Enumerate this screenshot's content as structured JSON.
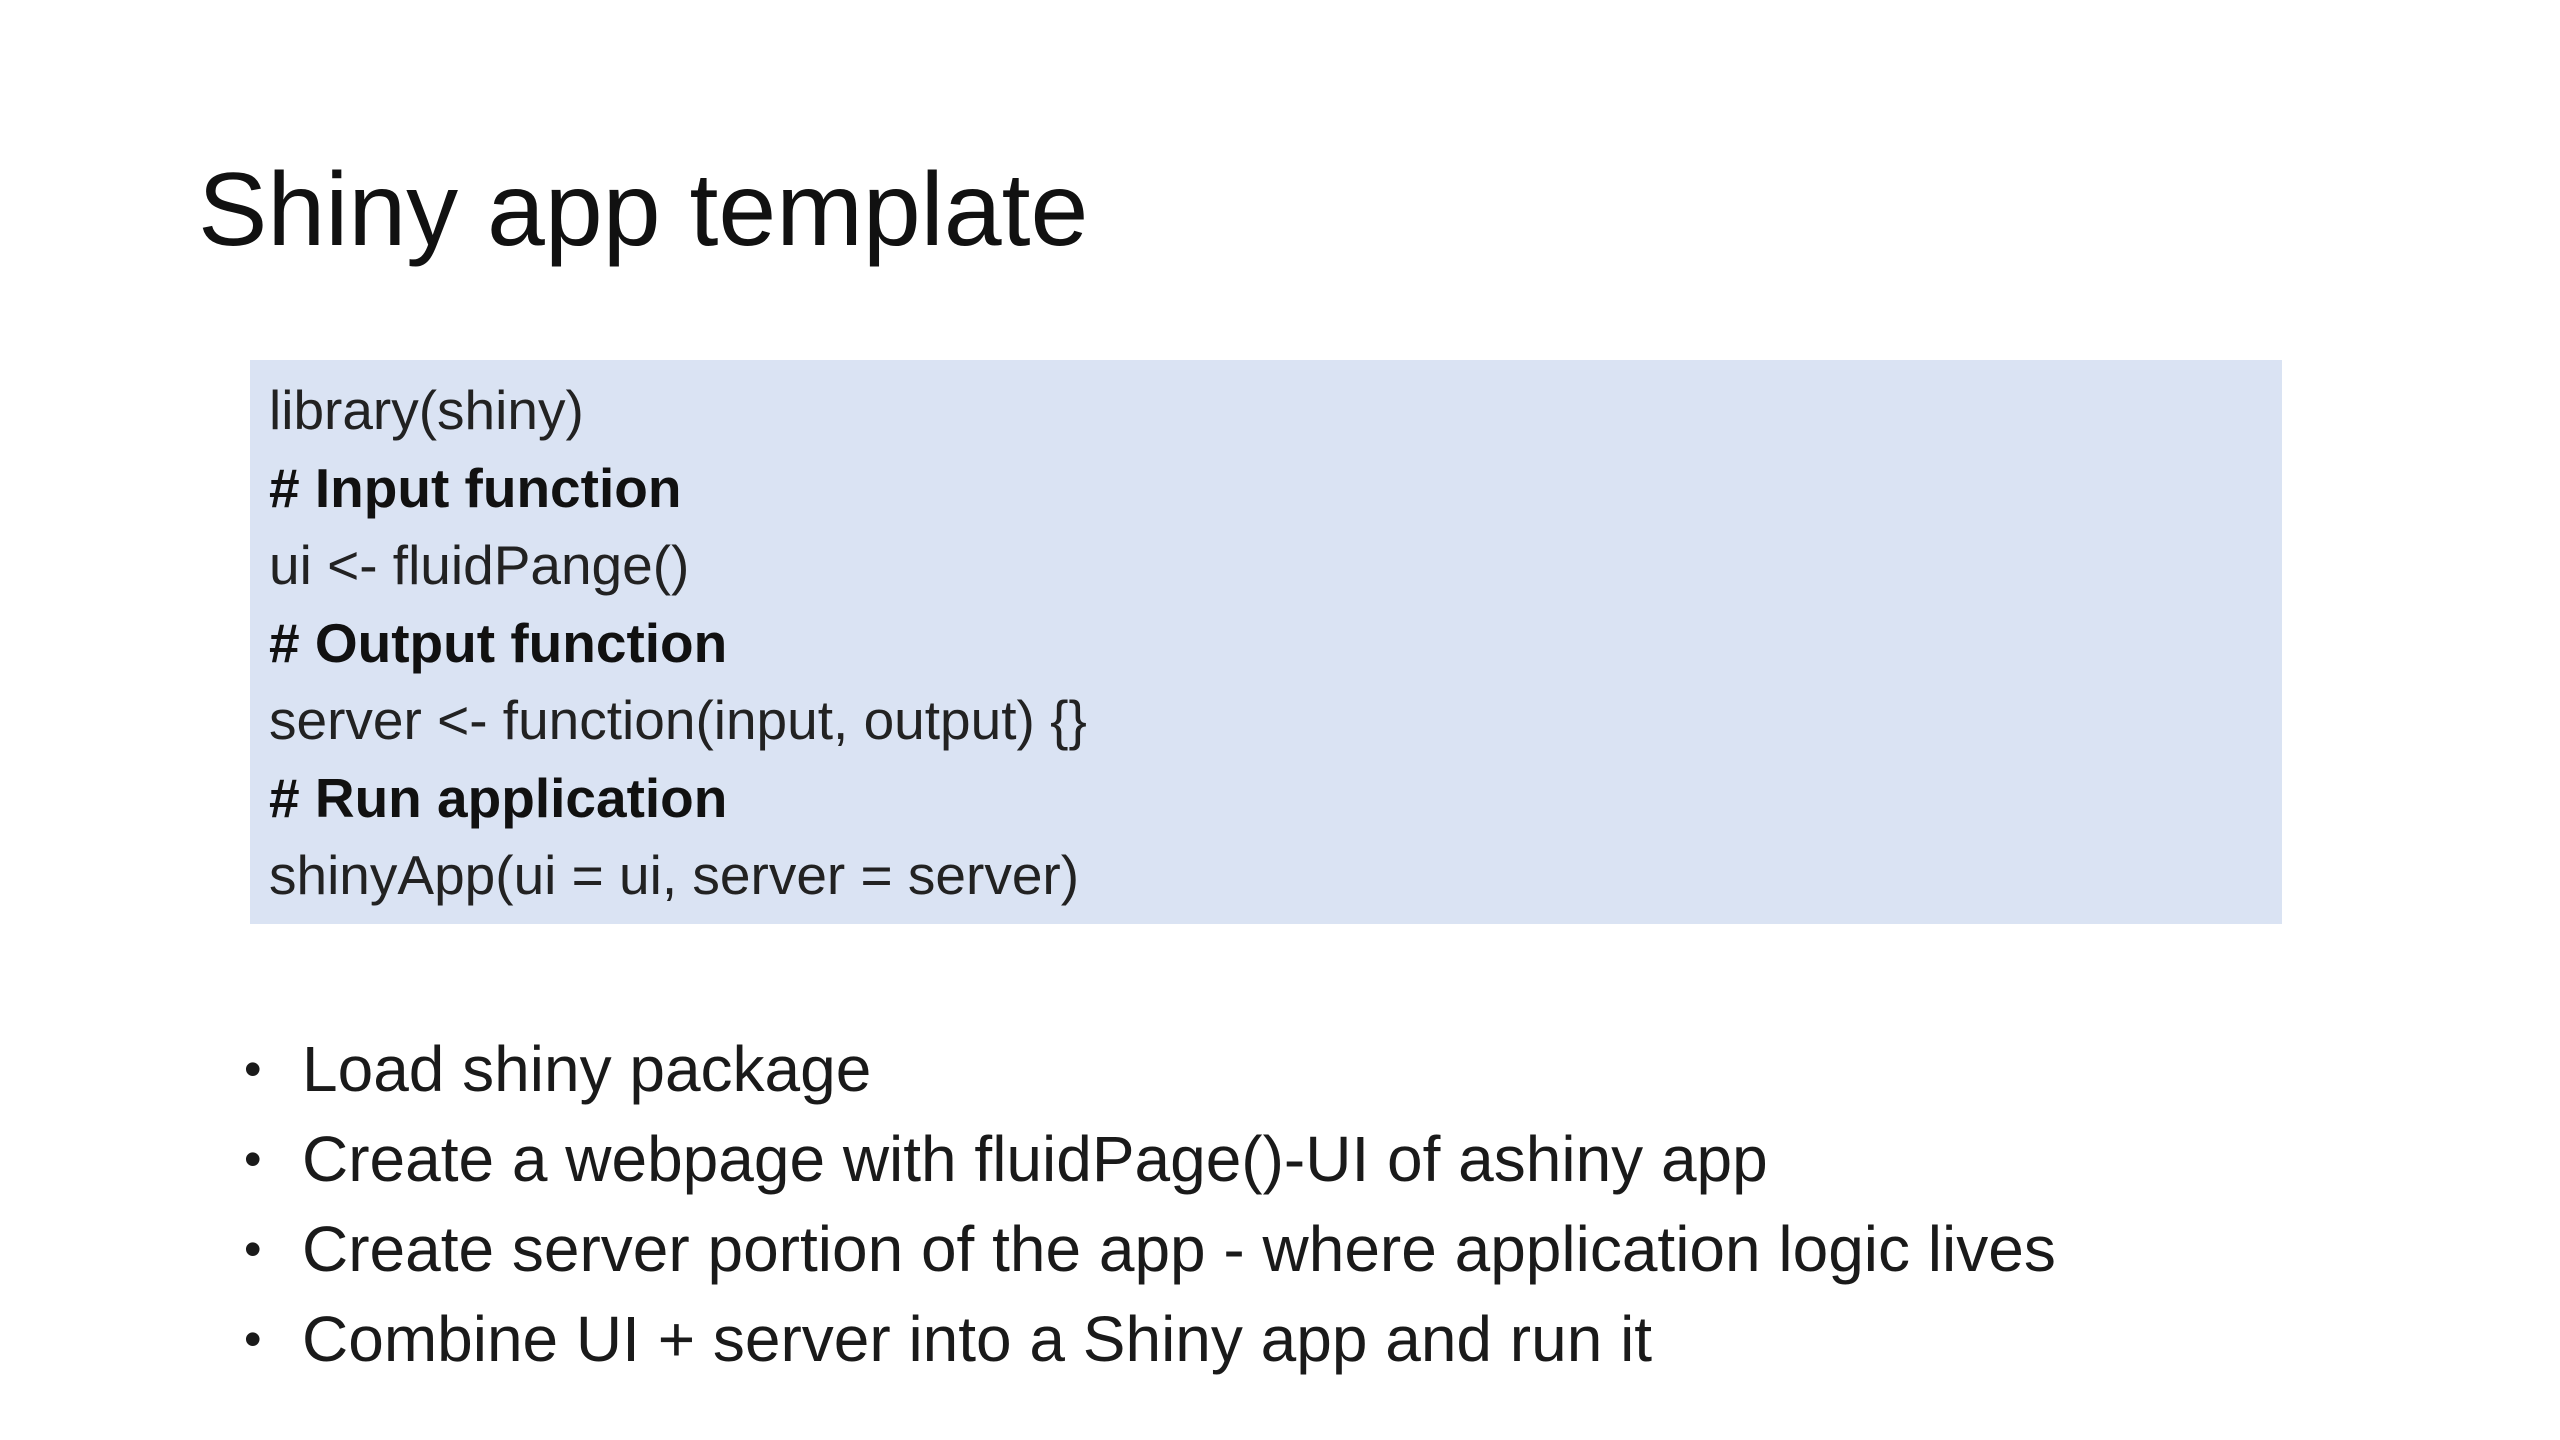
{
  "slide": {
    "title": "Shiny app template",
    "code_lines": [
      {
        "text": "library(shiny)",
        "kind": "code"
      },
      {
        "text": "# Input function",
        "kind": "comment"
      },
      {
        "text": "ui <- fluidPange()",
        "kind": "code"
      },
      {
        "text": "# Output function",
        "kind": "comment"
      },
      {
        "text": "server <- function(input, output) {}",
        "kind": "code"
      },
      {
        "text": "# Run application",
        "kind": "comment"
      },
      {
        "text": "shinyApp(ui = ui, server = server)",
        "kind": "code"
      }
    ],
    "bullets": [
      "Load shiny package",
      "Create a webpage with fluidPage()-UI of ashiny app",
      "Create server portion of the app - where application logic lives",
      "Combine UI + server into a Shiny app and run it"
    ],
    "bullet_glyph": "•"
  },
  "colors": {
    "code_background": "#dae3f3",
    "text": "#1a1a1a",
    "page_background": "#ffffff"
  }
}
